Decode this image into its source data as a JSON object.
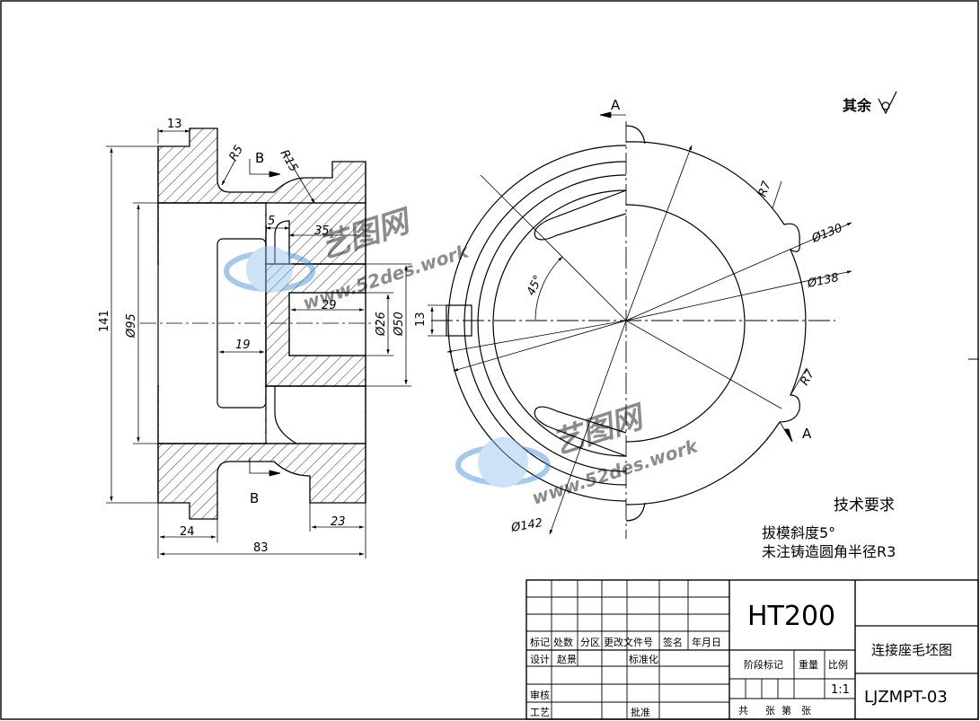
{
  "drawing": {
    "surface_note": "其余",
    "section_a": "A",
    "section_b": "B",
    "dimensions_left": {
      "d13_top": "13",
      "r5": "R5",
      "r15": "R15",
      "d5": "5",
      "d35": "35",
      "d29": "29",
      "d141": "141",
      "d95": "Ø95",
      "d19": "19",
      "d26": "Ø26",
      "d50": "Ø50",
      "d24": "24",
      "d83": "83",
      "d23": "23"
    },
    "dimensions_right": {
      "r7_top": "R7",
      "d130": "Ø130",
      "d138": "Ø138",
      "angle45": "45°",
      "d13": "13",
      "r7_bottom": "R7",
      "d142": "Ø142"
    },
    "tech_requirements": {
      "title": "技术要求",
      "line1": "拔模斜度5°",
      "line2": "未注铸造圆角半径R3"
    }
  },
  "title_block": {
    "material": "HT200",
    "part_name": "连接座毛坯图",
    "drawing_no": "LJZMPT-03",
    "scale": "1:1",
    "headers": {
      "mark": "标记",
      "count": "处数",
      "zone": "分区",
      "change_doc": "更改文件号",
      "sign": "签名",
      "date": "年月日",
      "design": "设计",
      "standardize": "标准化",
      "stage_mark": "阶段标记",
      "weight": "重量",
      "ratio": "比例",
      "review": "审核",
      "process": "工艺",
      "approve": "批准",
      "total": "共",
      "sheet": "张",
      "no": "第"
    },
    "designer": "赵景"
  },
  "watermark": {
    "brand": "艺图网",
    "url": "www.52des.work"
  }
}
